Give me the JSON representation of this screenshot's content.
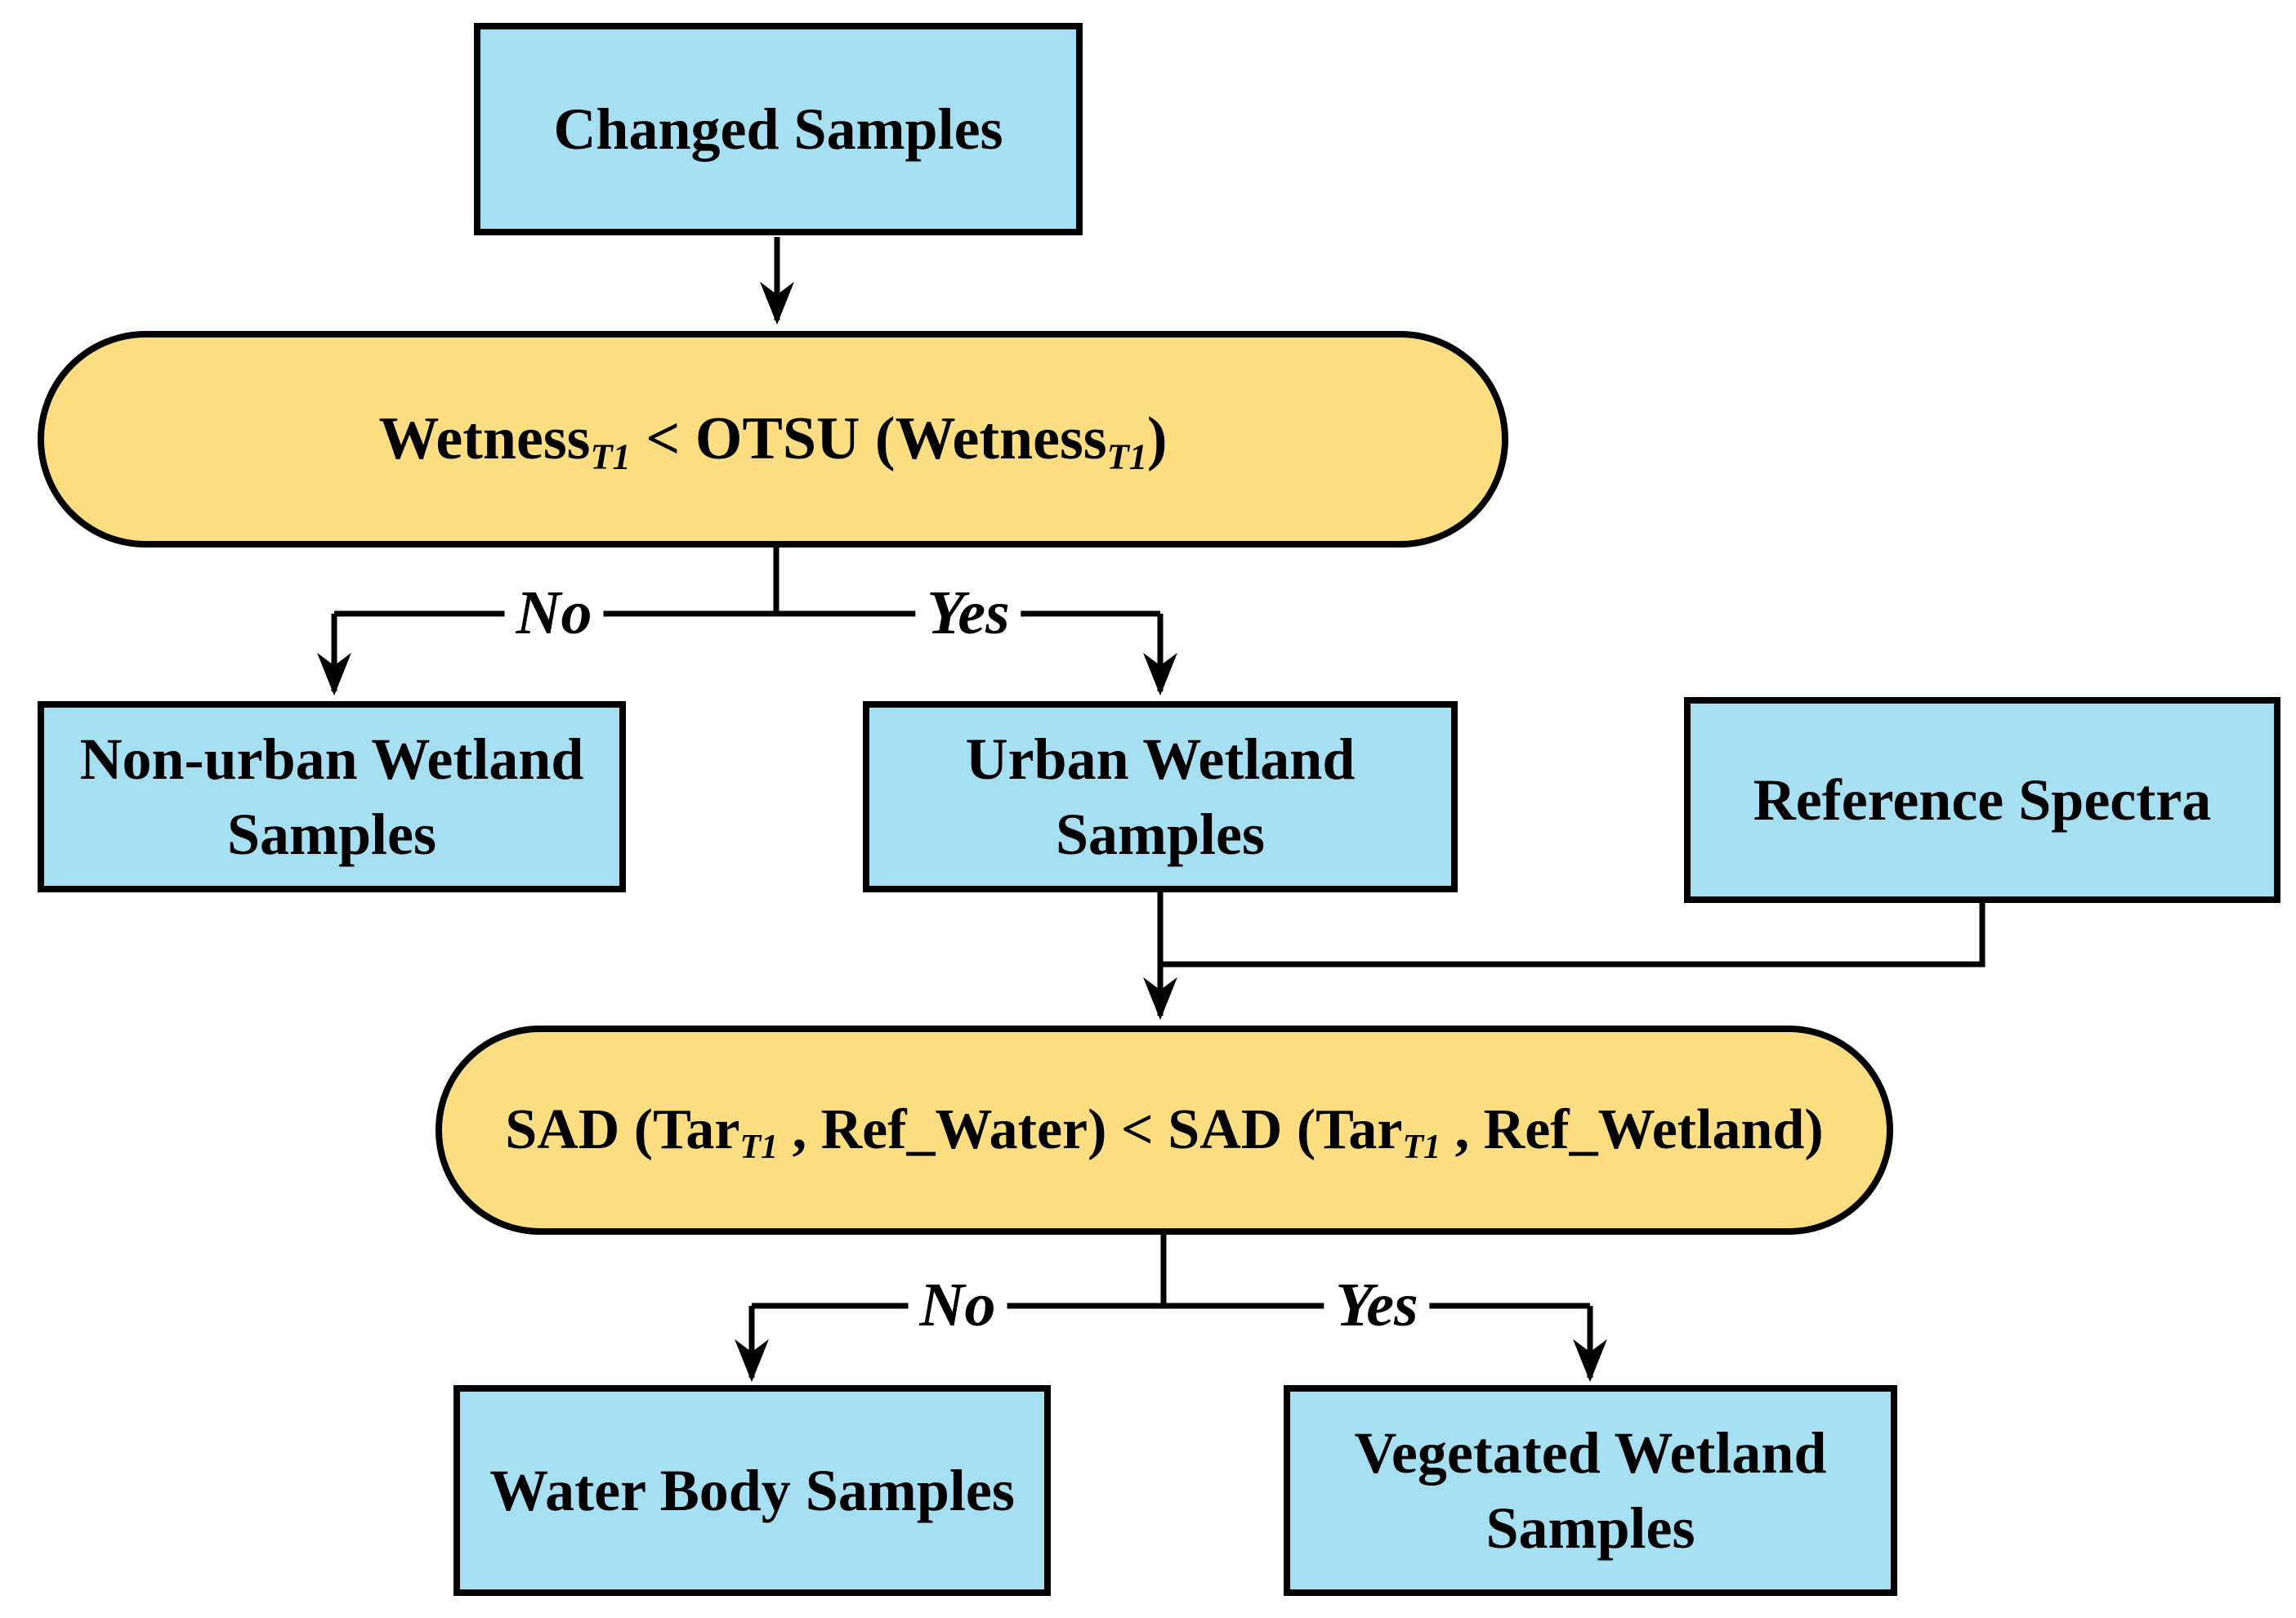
{
  "edge_labels": {
    "no": "No",
    "yes": "Yes"
  },
  "nodes": {
    "changed_samples": {
      "label": "Changed Samples"
    },
    "decision_wetness": {
      "parts": [
        "Wetness",
        "T1",
        " < OTSU (Wetness",
        "T1",
        ")"
      ]
    },
    "non_urban": {
      "line1": "Non-urban Wetland",
      "line2": "Samples"
    },
    "urban": {
      "line1": "Urban Wetland",
      "line2": "Samples"
    },
    "reference_spectra": {
      "label": "Reference Spectra"
    },
    "decision_sad": {
      "parts": [
        "SAD (Tar",
        "T1",
        " , Ref_Water) < SAD (Tar",
        "T1",
        " , Ref_Wetland)"
      ]
    },
    "water_body": {
      "label": "Water Body Samples"
    },
    "vegetated": {
      "line1": "Vegetated Wetland",
      "line2": "Samples"
    }
  },
  "colors": {
    "process_fill": "#A7DFF2",
    "decision_fill": "#FDDD81",
    "border": "#000000",
    "background": "#FFFFFF"
  }
}
